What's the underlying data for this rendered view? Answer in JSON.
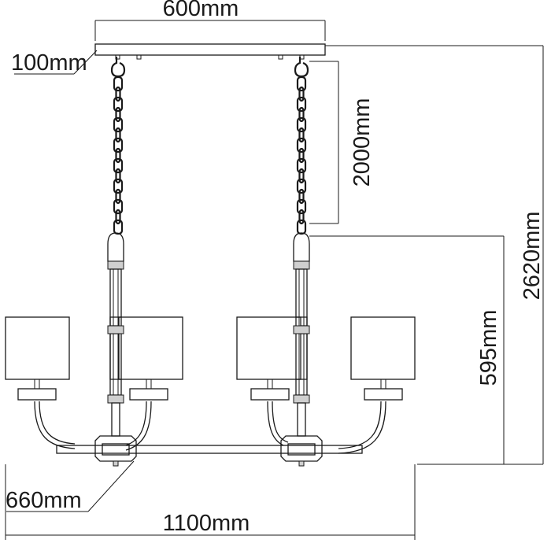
{
  "dimensions": {
    "canopy_width": "600mm",
    "canopy_depth": "100mm",
    "chain_length": "2000mm",
    "total_height": "2620mm",
    "body_height": "595mm",
    "body_depth": "660mm",
    "overall_width": "1100mm"
  },
  "components": {
    "shades": 4,
    "chains": 2,
    "rods": 2
  }
}
